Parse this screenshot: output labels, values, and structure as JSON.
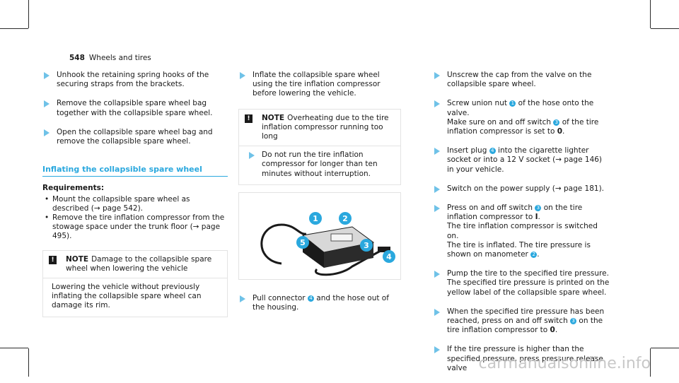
{
  "header": {
    "page_number": "548",
    "title": "Wheels and tires"
  },
  "col1": {
    "steps": [
      "Unhook the retaining spring hooks of the securing straps from the brackets.",
      "Remove the collapsible spare wheel bag together with the collapsible spare wheel.",
      "Open the collapsible spare wheel bag and remove the collapsible spare wheel."
    ],
    "section_title": "Inflating the collapsible spare wheel",
    "requirements_title": "Requirements:",
    "requirements": [
      "Mount the collapsible spare wheel as described (→ page 542).",
      "Remove the tire inflation compressor from the stowage space under the trunk floor (→ page 495)."
    ],
    "note": {
      "label": "NOTE",
      "title": "Damage to the collapsible spare wheel when lowering the vehicle",
      "body": "Lowering the vehicle without previously inflating the collapsible spare wheel can damage its rim."
    }
  },
  "col2": {
    "step1": "Inflate the collapsible spare wheel using the tire inflation compressor before lowering the vehicle.",
    "note": {
      "label": "NOTE",
      "title": "Overheating due to the tire inflation compressor running too long",
      "body": "Do not run the tire inflation compressor for longer than ten minutes without interruption."
    },
    "callouts": [
      "1",
      "2",
      "3",
      "4",
      "5"
    ],
    "step2_a": "Pull connector",
    "step2_n": "4",
    "step2_b": "and the hose out of the housing."
  },
  "col3": {
    "s1": "Unscrew the cap from the valve on the collapsible spare wheel.",
    "s2_a": "Screw union nut",
    "s2_n": "1",
    "s2_b": "of the hose onto the valve.",
    "s2_c": "Make sure on and off switch",
    "s2_n2": "3",
    "s2_d": "of the tire inflation compressor is set to",
    "s2_e": "0",
    "s3_a": "Insert plug",
    "s3_n": "4",
    "s3_b": "into the cigarette lighter socket or into a 12 V socket (→ page 146) in your vehicle.",
    "s4": "Switch on the power supply (→ page 181).",
    "s5_a": "Press on and off switch",
    "s5_n": "3",
    "s5_b": "on the tire inflation compressor to",
    "s5_e": "I",
    "s5_c": "The tire inflation compressor is switched on.",
    "s5_d": "The tire is inflated. The tire pressure is shown on manometer",
    "s5_n2": "2",
    "s6_a": "Pump the tire to the specified tire pressure.",
    "s6_b": "The specified tire pressure is printed on the yellow label of the collapsible spare wheel.",
    "s7_a": "When the specified tire pressure has been reached, press on and off switch",
    "s7_n": "3",
    "s7_b": "on the tire inflation compressor to",
    "s7_e": "0",
    "s8": "If the tire pressure is higher than the specified pressure, press pressure release valve"
  },
  "footer": {
    "watermark": "carmanualsonline.info"
  }
}
